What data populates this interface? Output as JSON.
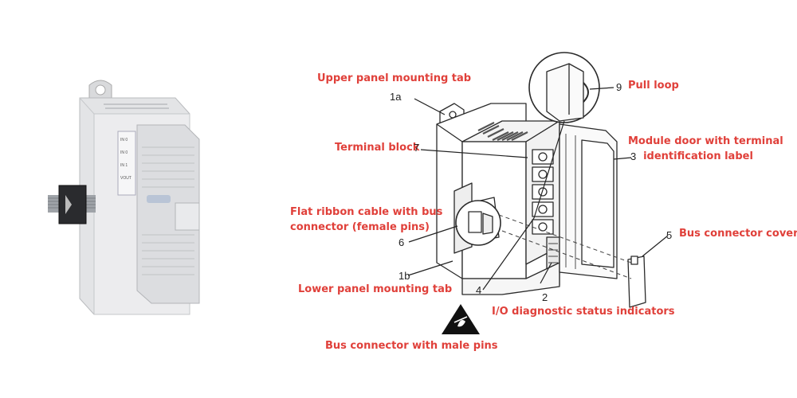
{
  "labels": {
    "upper_tab": "Upper panel mounting tab",
    "pull_loop": "Pull loop",
    "module_door_l1": "Module door with terminal",
    "module_door_l2": "identification label",
    "terminal_block": "Terminal block",
    "ribbon_l1": "Flat ribbon cable with bus",
    "ribbon_l2": "connector (female pins)",
    "bus_cover": "Bus connector cover",
    "lower_tab": "Lower panel mounting tab",
    "io_status": "I/O diagnostic status indicators",
    "bus_male": "Bus connector with male pins"
  },
  "numbers": {
    "n1a": "1a",
    "n1b": "1b",
    "n2": "2",
    "n3": "3",
    "n4": "4",
    "n5": "5",
    "n6": "6",
    "n7": "7",
    "n9": "9"
  },
  "colors": {
    "label": "#e0403a",
    "line": "#222222"
  },
  "icons": [
    "esd-warning-icon"
  ]
}
